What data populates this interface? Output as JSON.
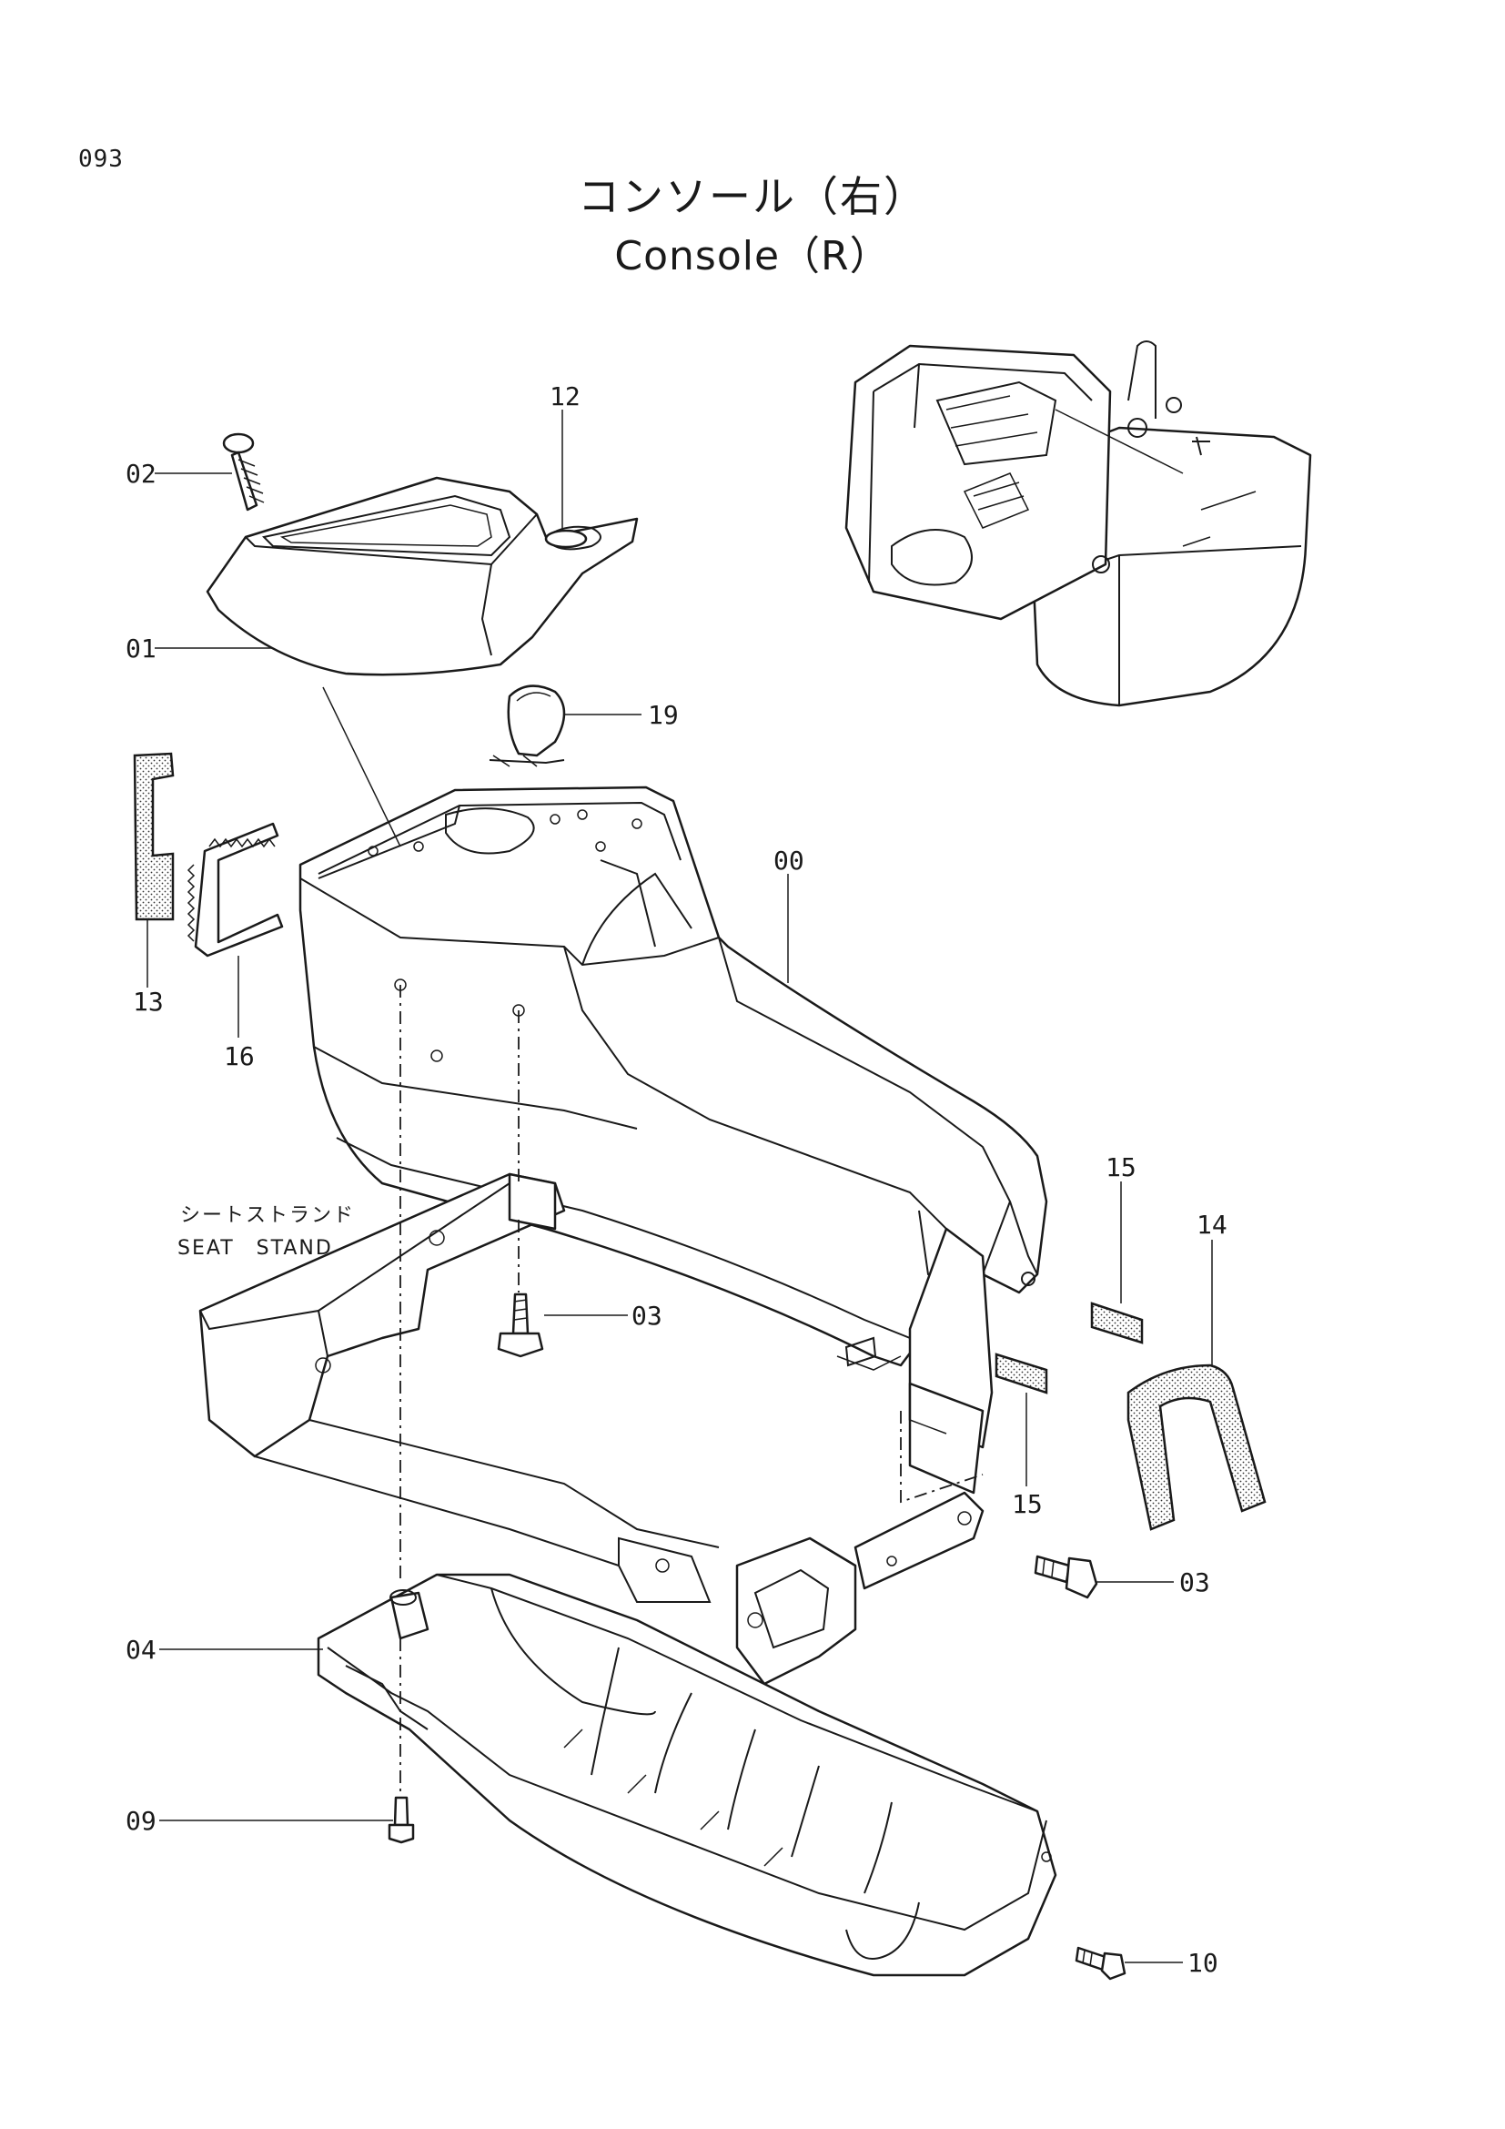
{
  "page": {
    "number": "093"
  },
  "title": {
    "japanese": "コンソール（右）",
    "english": "Console（R）"
  },
  "seat_stand_label": {
    "japanese": "シートストランド",
    "english": "SEAT　STAND"
  },
  "callouts": {
    "c00": "00",
    "c01": "01",
    "c02": "02",
    "c03a": "03",
    "c03b": "03",
    "c04": "04",
    "c09": "09",
    "c10": "10",
    "c12": "12",
    "c13": "13",
    "c14": "14",
    "c15a": "15",
    "c15b": "15",
    "c16": "16",
    "c19": "19"
  }
}
